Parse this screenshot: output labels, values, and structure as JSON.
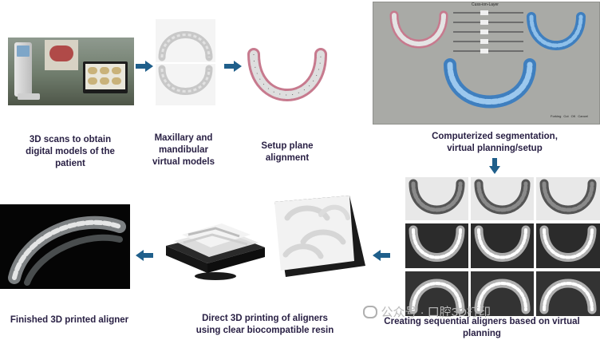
{
  "steps": [
    {
      "id": "scan",
      "label": "3D scans to obtain\ndigital models of the\npatient"
    },
    {
      "id": "virtual",
      "label": "Maxillary and\nmandibular\nvirtual models"
    },
    {
      "id": "setup",
      "label": "Setup plane\nalignment"
    },
    {
      "id": "segment",
      "label": "Computerized segmentation,\nvirtual planning/setup"
    },
    {
      "id": "sequential",
      "label": "Creating sequential aligners based on virtual\nplanning"
    },
    {
      "id": "print",
      "label": "Direct 3D printing of aligners\nusing clear biocompatible resin"
    },
    {
      "id": "finished",
      "label": "Finished 3D printed aligner"
    }
  ],
  "software": {
    "title": "Cuss-ion-Layer",
    "buttons": [
      "Forking",
      "Cut",
      "OK",
      "Cancel"
    ]
  },
  "watermark": "公众号 · 口腔3D打印",
  "colors": {
    "arrow": "#1f5f8b",
    "label": "#2a2145",
    "blue_model": "#3f7fbf",
    "pink_gum": "#c77a8e"
  }
}
